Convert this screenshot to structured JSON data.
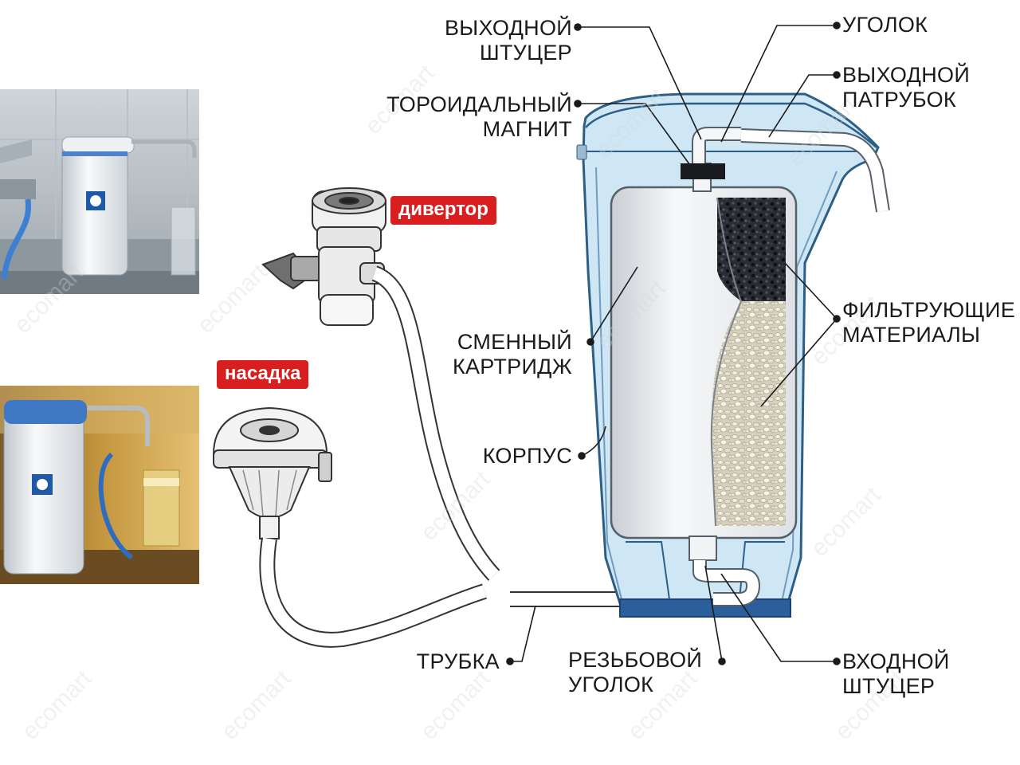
{
  "labels": {
    "outlet_fitting": [
      "ВЫХОДНОЙ",
      "ШТУЦЕР"
    ],
    "toroidal_magnet": [
      "ТОРОИДАЛЬНЫЙ",
      "МАГНИТ"
    ],
    "replaceable_cartridge": [
      "СМЕННЫЙ",
      "КАРТРИДЖ"
    ],
    "housing": "КОРПУС",
    "tube": "ТРУБКА",
    "threaded_elbow": [
      "РЕЗЬБОВОЙ",
      "УГОЛОК"
    ],
    "inlet_fitting": [
      "ВХОДНОЙ",
      "ШТУЦЕР"
    ],
    "elbow": "УГОЛОК",
    "outlet_pipe": [
      "ВЫХОДНОЙ",
      "ПАТРУБОК"
    ],
    "filter_materials": [
      "ФИЛЬТРУЮЩИЕ",
      "МАТЕРИАЛЫ"
    ]
  },
  "tags": {
    "diverter": "дивертор",
    "nozzle": "насадка"
  },
  "colors": {
    "housing_fill": "#cfe6f5",
    "housing_stroke": "#2d5f86",
    "tag_red": "#d81e1e"
  }
}
